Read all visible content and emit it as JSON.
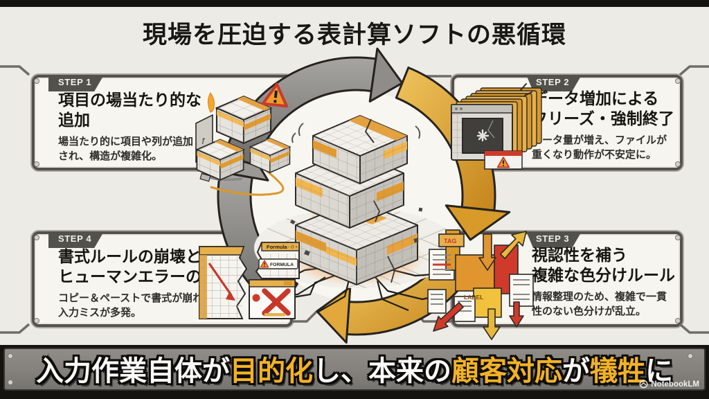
{
  "title": "現場を圧迫する表計算ソフトの悪循環",
  "steps": [
    {
      "label": "STEP 1",
      "heading_line1": "項目の場当たり的な",
      "heading_line2": "追加",
      "body_line1": "場当たり的に項目や列が追加",
      "body_line2": "され、構造が複雑化。"
    },
    {
      "label": "STEP 2",
      "heading_line1": "データ増加による",
      "heading_line2": "フリーズ・強制終了",
      "body_line1": "データ量が増え、ファイルが",
      "body_line2": "重くなり動作が不安定に。"
    },
    {
      "label": "STEP 3",
      "heading_line1": "視認性を補う",
      "heading_line2": "複雑な色分けルール",
      "body_line1": "情報整理のため、複雑で一貫",
      "body_line2": "性のない色分けが乱立。"
    },
    {
      "label": "STEP 4",
      "heading_line1": "書式ルールの崩壊と",
      "heading_line2": "ヒューマンエラーの誘発",
      "body_line1": "コピー＆ペーストで書式が崩れ、",
      "body_line2": "入力ミスが多発。"
    }
  ],
  "banner": {
    "segments": [
      {
        "text": "入力作業自体が",
        "highlight": false
      },
      {
        "text": "目的化",
        "highlight": true
      },
      {
        "text": "し、本来の",
        "highlight": false
      },
      {
        "text": "顧客対応",
        "highlight": true
      },
      {
        "text": "が",
        "highlight": false
      },
      {
        "text": "犠牲",
        "highlight": true
      },
      {
        "text": "に",
        "highlight": false
      }
    ]
  },
  "footer": {
    "brand": "NotebookLM"
  },
  "artwork_labels": {
    "tag": "TAG",
    "label": "LABEL",
    "formula_header": "Formula",
    "formula_warning": "FORMULA",
    "window_controls": "– O ×"
  },
  "colors": {
    "background": "#edebe6",
    "panel": "#f7f5f0",
    "frame_gray": "#53514c",
    "arrow_gray": "#8f8d89",
    "arrow_gold": "#d9992a",
    "highlight_yellow": "#f2b227",
    "alert_red": "#cf3a2a",
    "banner_strip": "#141310"
  }
}
